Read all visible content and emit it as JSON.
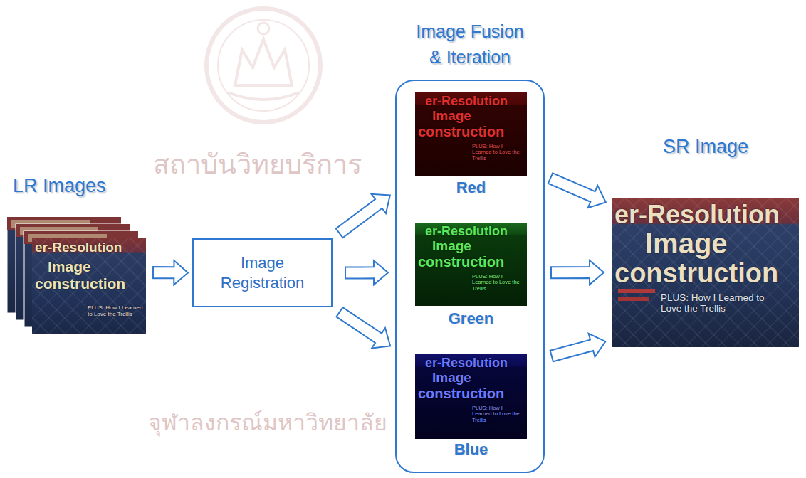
{
  "diagram": {
    "nodes": [
      {
        "text": [
          "LR Images",
          "er-Resolution",
          "Image",
          "construction",
          "PLUS: How I Learned to Love the Trellis"
        ]
      },
      {
        "text": [
          "Image Registration"
        ]
      },
      {
        "text": [
          "Image Fusion & Iteration"
        ]
      },
      {
        "text": [
          "Red",
          "er-Resolution",
          "Image",
          "construction",
          "PLUS: How I Learned to Love the Trellis"
        ],
        "in": 2
      },
      {
        "text": [
          "Green",
          "er-Resolution",
          "Image",
          "construction",
          "PLUS: How I Learned to Love the Trellis"
        ],
        "in": 2
      },
      {
        "text": [
          "Blue",
          "er-Resolution",
          "Image",
          "construction",
          "PLUS: How I Learned to Love the Trellis"
        ],
        "in": 2
      },
      {
        "text": [
          "SR Image",
          "er-Resolution",
          "Image",
          "construction",
          "PLUS: How I Learned to Love the Trellis"
        ]
      }
    ],
    "edges": [
      {
        "from": 0,
        "to": 1,
        "arrow": "to"
      },
      {
        "from": 1,
        "to": 3,
        "arrow": "to"
      },
      {
        "from": 1,
        "to": 4,
        "arrow": "to"
      },
      {
        "from": 1,
        "to": 5,
        "arrow": "to"
      },
      {
        "from": 3,
        "to": 6,
        "arrow": "to"
      },
      {
        "from": 4,
        "to": 6,
        "arrow": "to"
      },
      {
        "from": 5,
        "to": 6,
        "arrow": "to"
      }
    ],
    "labels": [
      "สถาบันวิทยบริการ",
      "จุฬาลงกรณ์มหาวิทยาลัย"
    ]
  }
}
